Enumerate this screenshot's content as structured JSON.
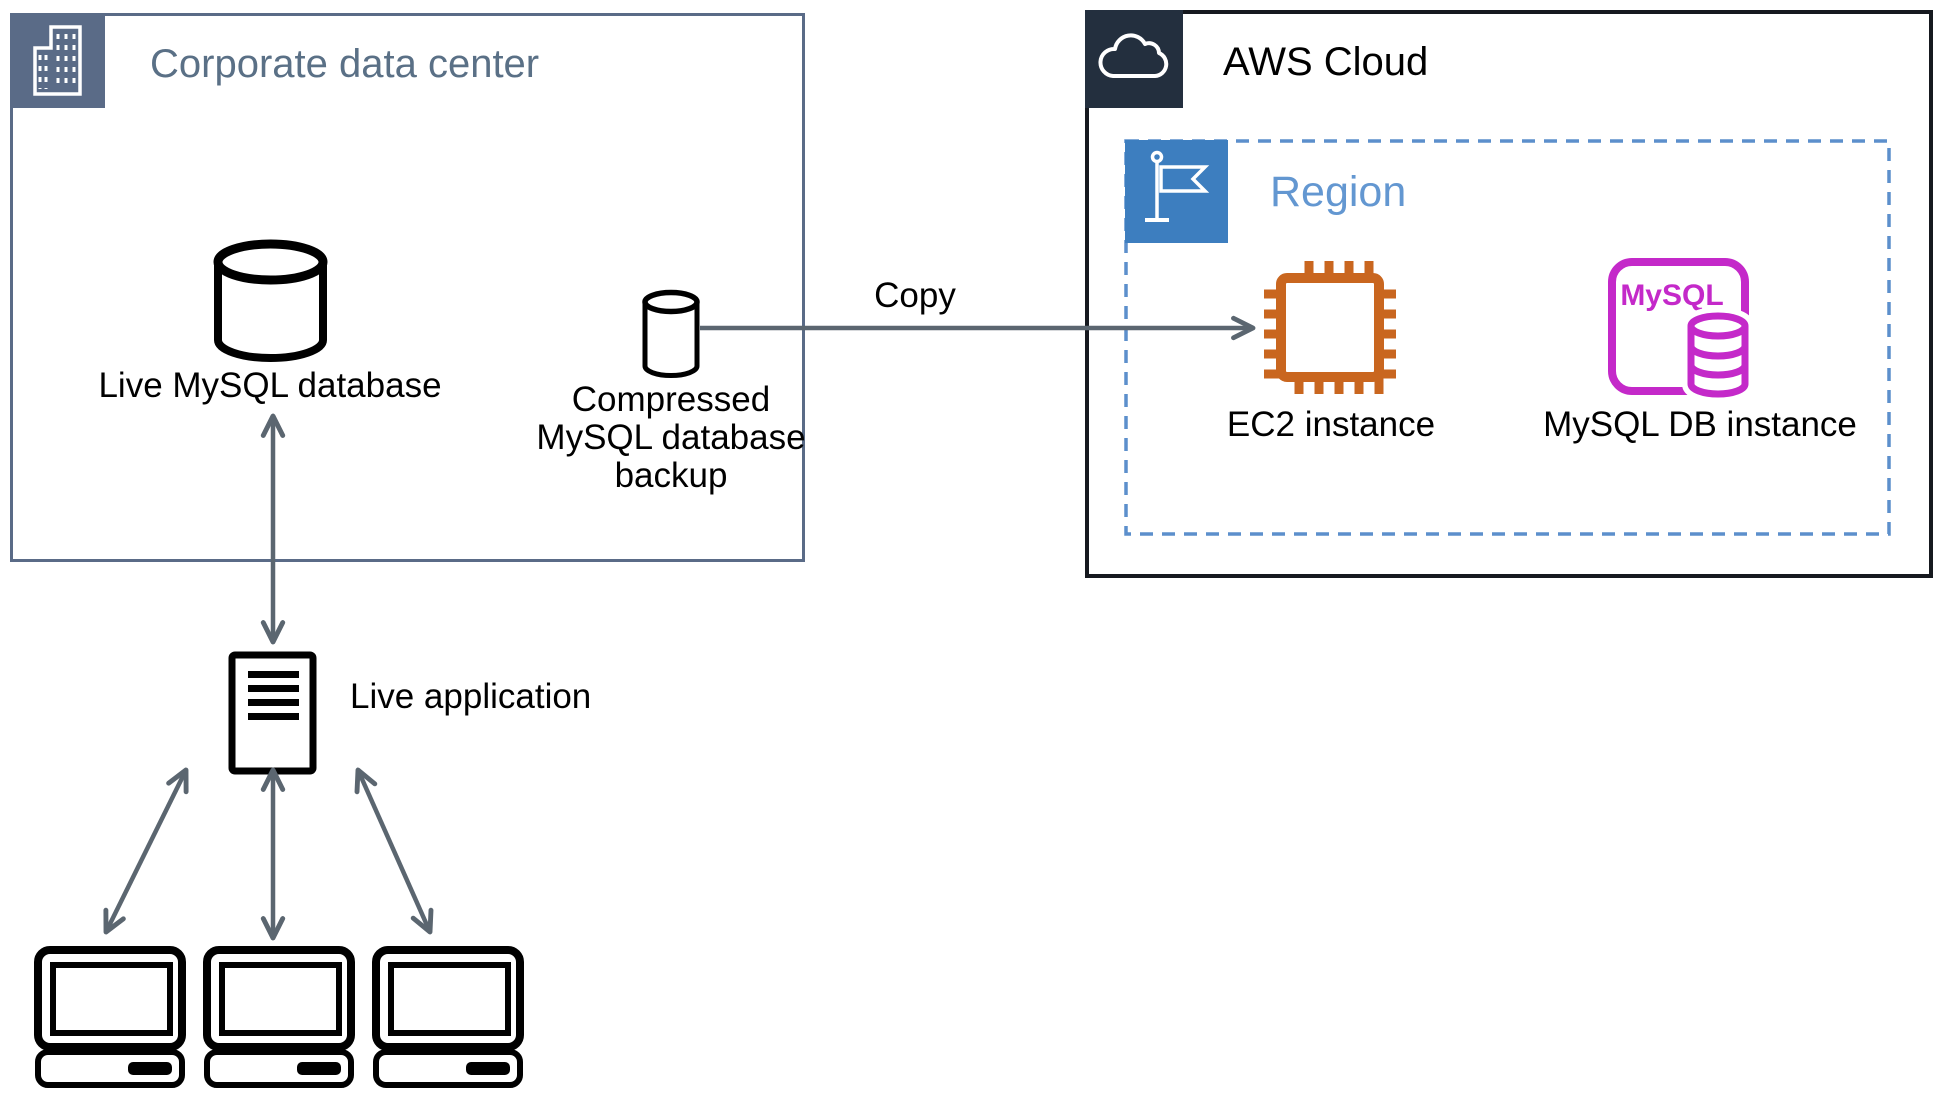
{
  "corporate": {
    "title": "Corporate data center",
    "db_label": "Live MySQL database",
    "backup_line1": "Compressed",
    "backup_line2": "MySQL database",
    "backup_line3": "backup"
  },
  "aws": {
    "title": "AWS Cloud",
    "region": {
      "title": "Region",
      "ec2_label": "EC2 instance",
      "mysql_label": "MySQL DB instance",
      "mysql_icon_text": "MySQL"
    }
  },
  "app": {
    "label": "Live application"
  },
  "flow": {
    "copy_label": "Copy"
  },
  "colors": {
    "corporate_border": "#5A6B87",
    "corporate_title": "#5A7086",
    "aws_border": "#16191F",
    "aws_icon_bg": "#232F3E",
    "region_border": "#5C8FCC",
    "region_icon_bg": "#3D7EBF",
    "region_title": "#6397D1",
    "ec2_orange": "#C9661F",
    "mysql_magenta": "#C429C9",
    "arrow_gray": "#5B6670",
    "shape_black": "#000000"
  }
}
